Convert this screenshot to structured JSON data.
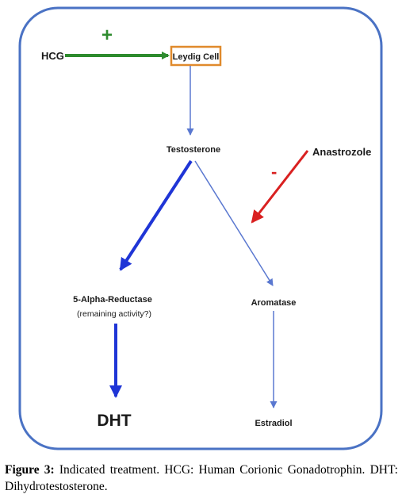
{
  "diagram": {
    "nodes": {
      "hcg": "HCG",
      "leydig": "Leydig Cell",
      "testosterone": "Testosterone",
      "anastrozole": "Anastrozole",
      "reductase": "5-Alpha-Reductase",
      "reductase_note": "(remaining activity?)",
      "aromatase": "Aromatase",
      "dht": "DHT",
      "estradiol": "Estradiol"
    },
    "signs": {
      "plus": "+",
      "minus": "-"
    },
    "colors": {
      "frame": "#4a72c4",
      "stimulate": "#2e8b2e",
      "inhibit": "#d92020",
      "strong_path": "#1f35d6",
      "weak_path": "#5a78d0",
      "leydig_border": "#e08a2c"
    }
  },
  "caption": {
    "figure_label": "Figure 3:",
    "text": "Indicated treatment. HCG: Human Corionic Gonadotrophin. DHT: Dihydrotestosterone."
  }
}
